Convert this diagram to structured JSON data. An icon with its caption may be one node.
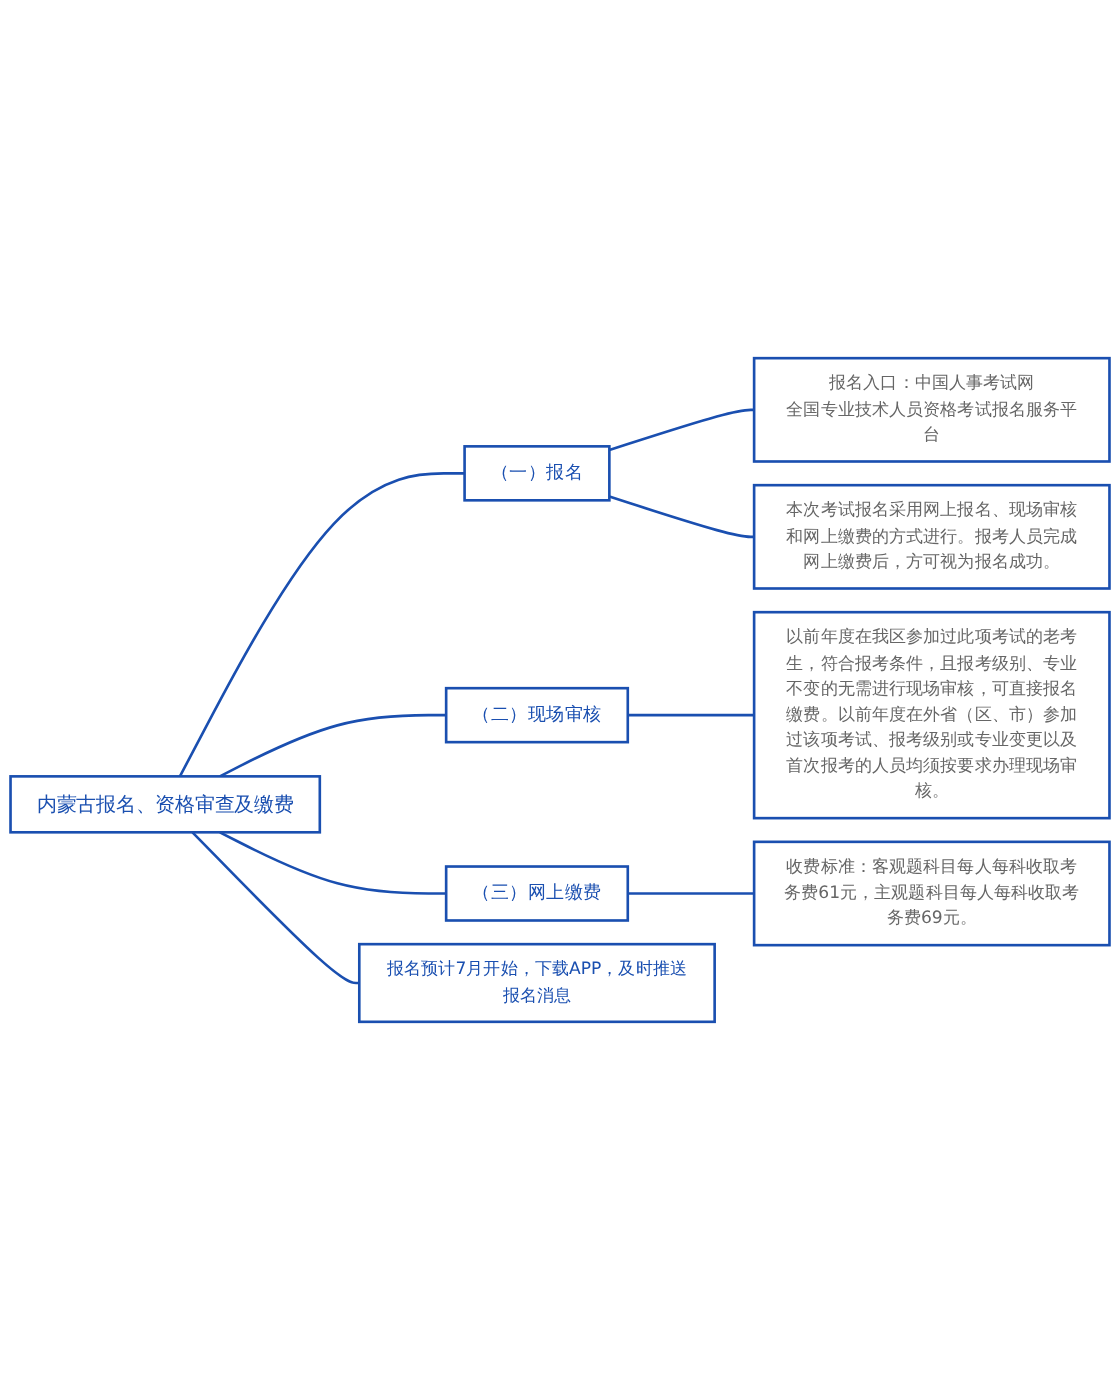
{
  "diagram": {
    "nodes": [
      {
        "text": [
          "内蒙古报名、资格审查及缴费"
        ]
      },
      {
        "text": [
          "（一）报名"
        ]
      },
      {
        "text": [
          "报名入口：中国人事考试网",
          "全国专业技术人员资格考试报名服务平台"
        ]
      },
      {
        "text": [
          "本次考试报名采用网上报名、现场审核和网上缴费的方式进行。报考人员完成网上缴费后，方可视为报名成功。"
        ]
      },
      {
        "text": [
          "（二）现场审核"
        ]
      },
      {
        "text": [
          "以前年度在我区参加过此项考试的老考生，符合报考条件，且报考级别、专业不变的无需进行现场审核，可直接报名缴费。以前年度在外省（区、市）参加过该项考试、报考级别或专业变更以及首次报考的人员均须按要求办理现场审核。"
        ]
      },
      {
        "text": [
          "（三）网上缴费"
        ]
      },
      {
        "text": [
          "收费标准：客观题科目每人每科收取考务费61元，主观题科目每人每科收取考务费69元。"
        ]
      },
      {
        "text": [
          "报名预计7月开始，下载APP，及时推送报名消息"
        ]
      }
    ],
    "edges": [
      {
        "from": 0,
        "to": 1,
        "arrow": "none"
      },
      {
        "from": 1,
        "to": 2,
        "arrow": "none"
      },
      {
        "from": 1,
        "to": 3,
        "arrow": "none"
      },
      {
        "from": 0,
        "to": 4,
        "arrow": "none"
      },
      {
        "from": 4,
        "to": 5,
        "arrow": "none"
      },
      {
        "from": 0,
        "to": 6,
        "arrow": "none"
      },
      {
        "from": 6,
        "to": 7,
        "arrow": "none"
      },
      {
        "from": 0,
        "to": 8,
        "arrow": "none"
      }
    ]
  }
}
